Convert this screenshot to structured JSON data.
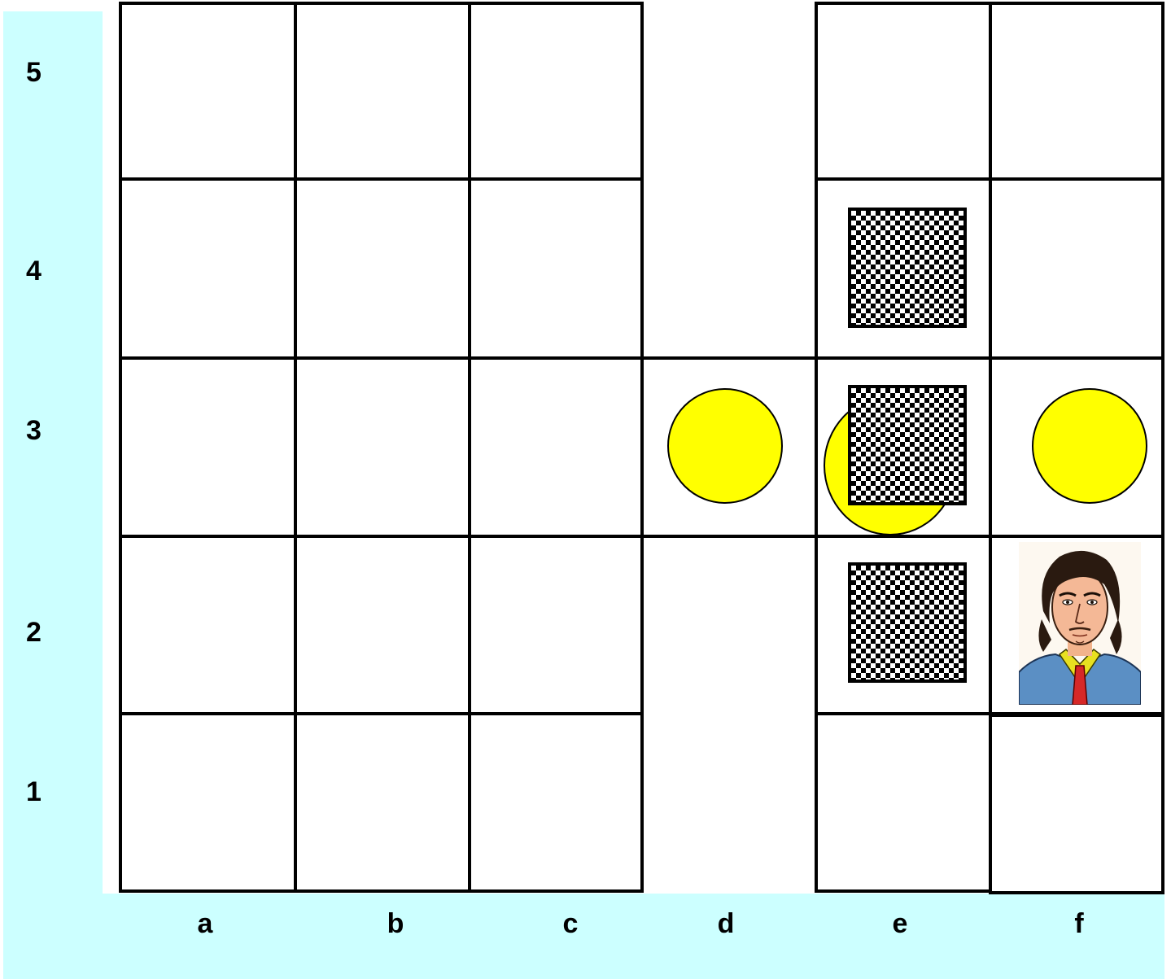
{
  "board": {
    "row_labels": [
      "5",
      "4",
      "3",
      "2",
      "1"
    ],
    "col_labels": [
      "a",
      "b",
      "c",
      "d",
      "e",
      "f"
    ],
    "cells": [
      "a1",
      "a2",
      "a3",
      "a4",
      "a5",
      "b1",
      "b2",
      "b3",
      "b4",
      "b5",
      "c1",
      "c2",
      "c3",
      "c4",
      "c5",
      "d3",
      "e1",
      "e2",
      "e3",
      "e4",
      "e5",
      "f1",
      "f2",
      "f3",
      "f4",
      "f5"
    ],
    "coins": [
      "d3",
      "e3",
      "f3"
    ],
    "walls": [
      "e2",
      "e3",
      "e4"
    ],
    "player": "f2"
  },
  "colors": {
    "band": "#ccffff",
    "coin": "#ffff00",
    "grid": "#000000"
  },
  "icons": {
    "coin": "coin-icon",
    "wall": "checkered-wall-icon",
    "player": "player-portrait-icon"
  }
}
